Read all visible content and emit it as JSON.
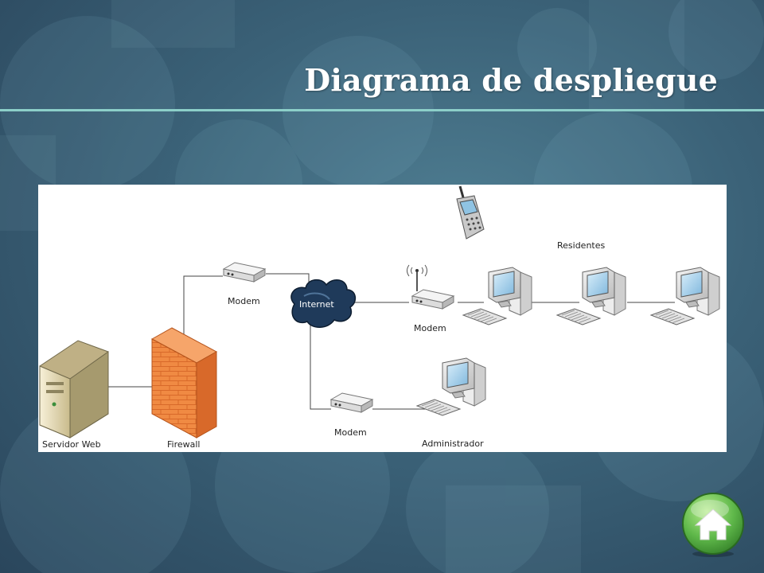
{
  "slide": {
    "title": "Diagrama de despliegue"
  },
  "diagram": {
    "nodes": {
      "web_server": "Servidor Web",
      "firewall": "Firewall",
      "modem_top": "Modem",
      "internet": "Internet",
      "modem_residents": "Modem",
      "residents": "Residentes",
      "modem_admin": "Modem",
      "admin": "Administrador"
    }
  },
  "navigation": {
    "home_icon": "home-icon"
  },
  "colors": {
    "accent_rule": "#8ccfc9",
    "firewall": "#f07d3a",
    "cloud": "#1f3a5a",
    "home_button": "#5fb84a"
  }
}
